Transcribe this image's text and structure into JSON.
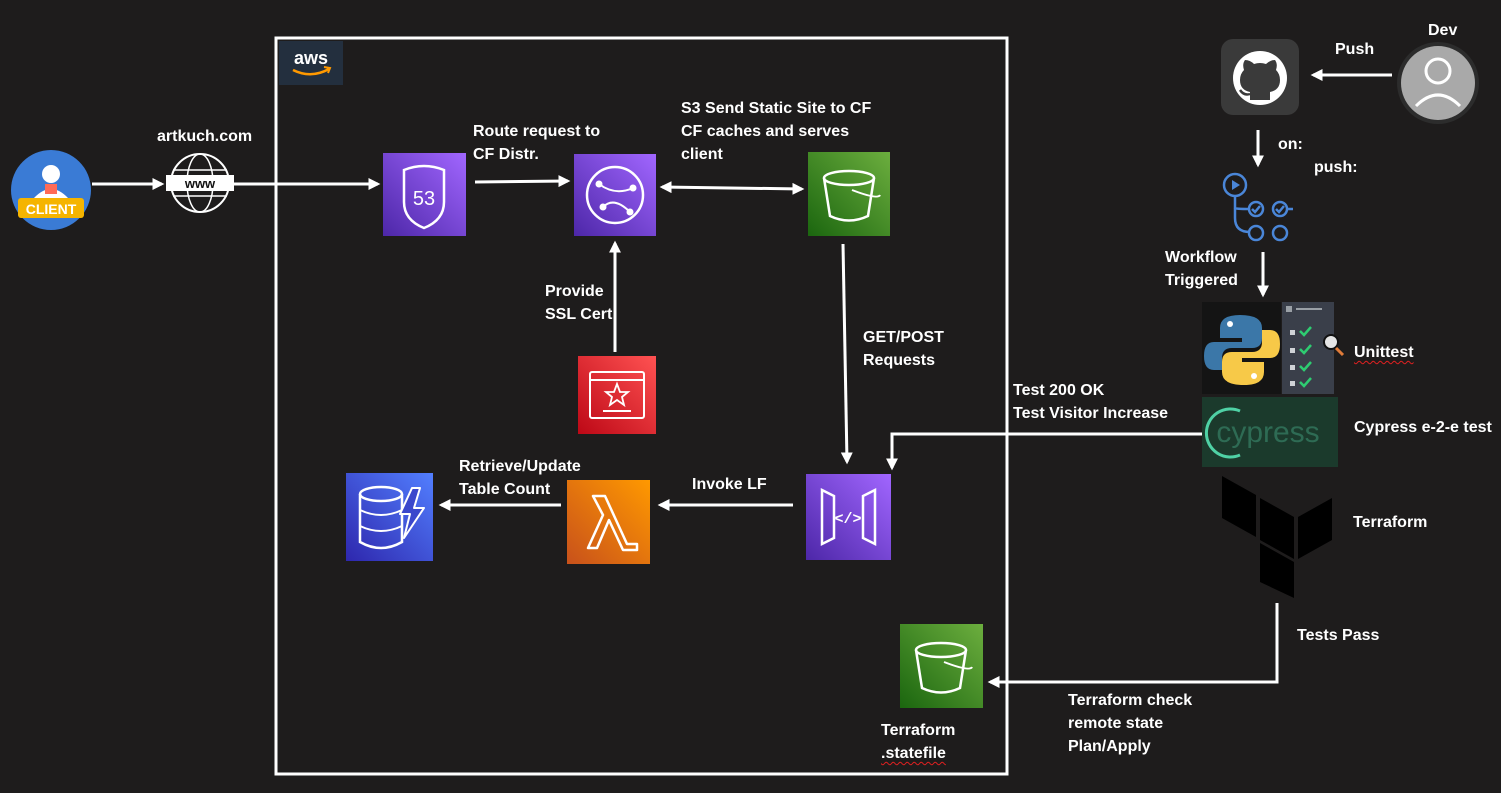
{
  "labels": {
    "client_badge": "CLIENT",
    "domain": "artkuch.com",
    "www": "www",
    "route53_number": "53",
    "route_request": [
      "Route request to",
      "CF Distr."
    ],
    "s3_send": [
      "S3 Send Static Site to CF",
      "CF caches and serves",
      "client"
    ],
    "provide_ssl": [
      "Provide",
      "SSL Cert"
    ],
    "get_post": [
      "GET/POST",
      "Requests"
    ],
    "retrieve_update": [
      "Retrieve/Update",
      "Table Count"
    ],
    "invoke_lf": "Invoke LF",
    "aws_logo": "aws",
    "push": "Push",
    "dev": "Dev",
    "on": "on:",
    "push_trigger": "push:",
    "workflow_triggered": [
      "Workflow",
      "Triggered"
    ],
    "unittest": "Unittest",
    "test_200": [
      "Test 200 OK",
      "Test Visitor Increase"
    ],
    "cypress_logo": "cypress",
    "cypress_test": "Cypress e-2-e test",
    "terraform": "Terraform",
    "tests_pass": "Tests Pass",
    "terraform_check": [
      "Terraform check",
      "remote state",
      "Plan/Apply"
    ],
    "statefile": [
      "Terraform",
      ".statefile"
    ]
  },
  "icons": {
    "client": "user-icon",
    "internet": "globe-icon",
    "route53": "route53-icon",
    "cloudfront": "cloudfront-icon",
    "s3_site": "s3-bucket-icon",
    "acm": "certificate-icon",
    "api_gateway": "api-gateway-icon",
    "lambda": "lambda-icon",
    "dynamodb": "dynamodb-icon",
    "s3_state": "s3-bucket-icon",
    "github": "github-icon",
    "developer": "user-icon",
    "github_actions": "workflow-icon",
    "python": "python-icon",
    "checklist": "checklist-icon",
    "cypress": "cypress-icon",
    "terraform": "terraform-icon"
  },
  "colors": {
    "background": "#1e1c1c",
    "foreground": "#ffffff",
    "aws_purple": "#7b3ff0",
    "aws_green": "#3f8624",
    "aws_red": "#d13212",
    "aws_orange": "#ed7100",
    "aws_blue": "#3b48cc",
    "client_blue": "#3a7bd5",
    "badge_yellow": "#f5b400",
    "actions_blue": "#4a86d8",
    "cypress_green": "#1b3a2c"
  }
}
